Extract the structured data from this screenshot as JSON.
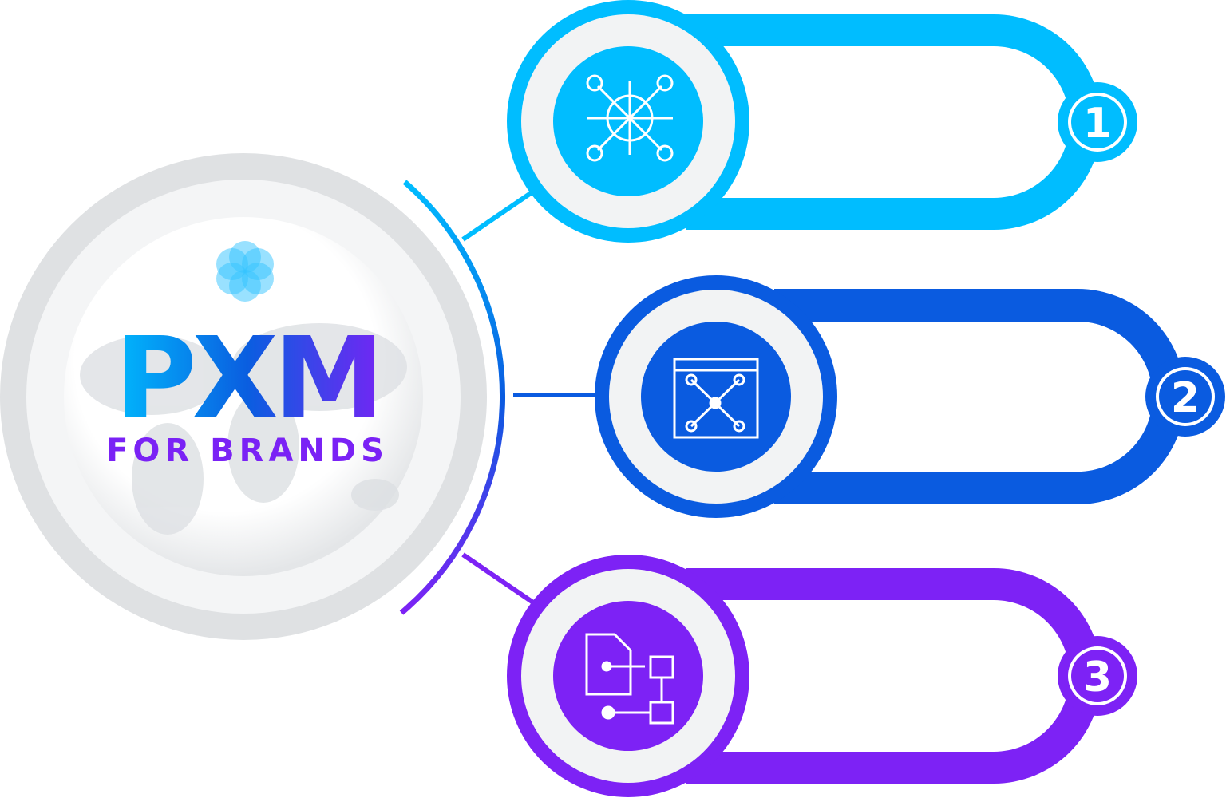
{
  "brand": {
    "title": "PXM",
    "subtitle": "FOR BRANDS"
  },
  "steps": [
    {
      "number": "1",
      "icon": "network-hub-icon",
      "color": "#00bdff"
    },
    {
      "number": "2",
      "icon": "workflow-board-icon",
      "color": "#0a5be0"
    },
    {
      "number": "3",
      "icon": "document-flow-icon",
      "color": "#7d22f5"
    }
  ],
  "colors": {
    "ring_gray": "#dfe1e3",
    "cyan": "#00bdff",
    "blue": "#0a5be0",
    "purple": "#7d22f5"
  }
}
